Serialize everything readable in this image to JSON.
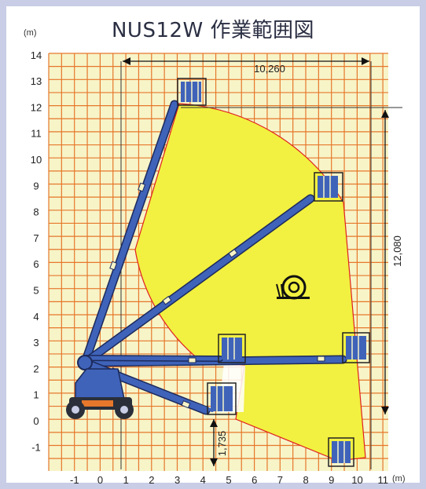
{
  "title": "NUS12W 作業範囲図",
  "y_unit": "(m)",
  "x_unit": "(m)",
  "x_ticks": [
    "-1",
    "0",
    "1",
    "2",
    "3",
    "4",
    "5",
    "6",
    "7",
    "8",
    "9",
    "10",
    "11"
  ],
  "y_ticks": [
    "14",
    "13",
    "12",
    "11",
    "10",
    "9",
    "8",
    "7",
    "6",
    "5",
    "4",
    "3",
    "2",
    "1",
    "0",
    "-1"
  ],
  "dimensions": {
    "max_horizontal_reach": "10,260",
    "platform_height": "12,080",
    "below_ground_depth": "1,735"
  },
  "icons": [
    "snail-icon",
    "aerial-work-platform-icon",
    "platform-basket-icon"
  ],
  "colors": {
    "work_area": "#f2f040",
    "grid_background": "#f7f4c8",
    "grid_lines": "#e6772b",
    "boom": "#3f63b9",
    "outline": "#e02020"
  }
}
